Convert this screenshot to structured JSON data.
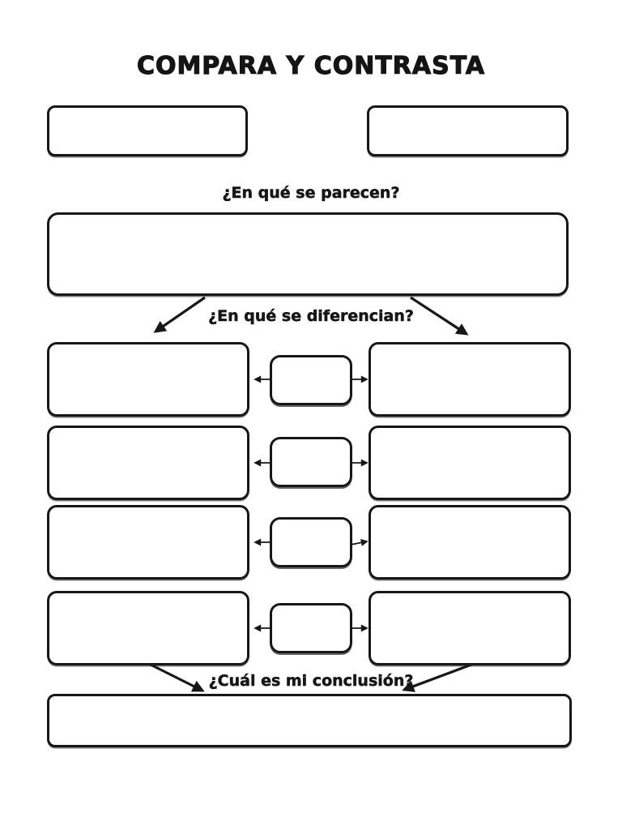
{
  "page": {
    "title": "COMPARA Y CONTRASTA",
    "paper_color": "#ffffff",
    "ink_color": "#171717"
  },
  "sections": {
    "topics": {
      "topic_a_value": "",
      "topic_b_value": ""
    },
    "similarities": {
      "question": "¿En qué se parecen?",
      "box_value": ""
    },
    "differences": {
      "question": "¿En qué se diferencian?",
      "rows": [
        {
          "left_value": "",
          "criterion_value": "",
          "right_value": ""
        },
        {
          "left_value": "",
          "criterion_value": "",
          "right_value": ""
        },
        {
          "left_value": "",
          "criterion_value": "",
          "right_value": ""
        },
        {
          "left_value": "",
          "criterion_value": "",
          "right_value": ""
        }
      ]
    },
    "conclusion": {
      "question": "¿Cuál es mi conclusión?",
      "box_value": ""
    }
  }
}
